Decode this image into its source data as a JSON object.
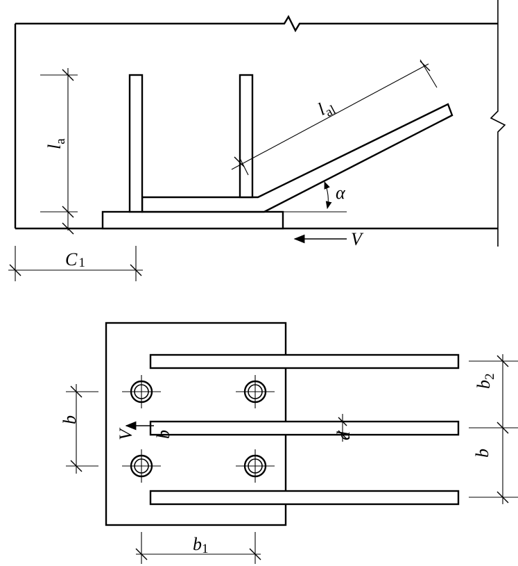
{
  "labels": {
    "la": "l",
    "la_sub": "a",
    "lal": "l",
    "lal_sub": "al",
    "alpha": "α",
    "v_elev": "V",
    "c1": "C",
    "c1_sub": "1",
    "b_left": "b",
    "v_plan": "V",
    "b_mid": "b",
    "d": "d",
    "b2": "b",
    "b2_sub": "2",
    "b_right": "b",
    "b1": "b",
    "b1_sub": "1"
  }
}
